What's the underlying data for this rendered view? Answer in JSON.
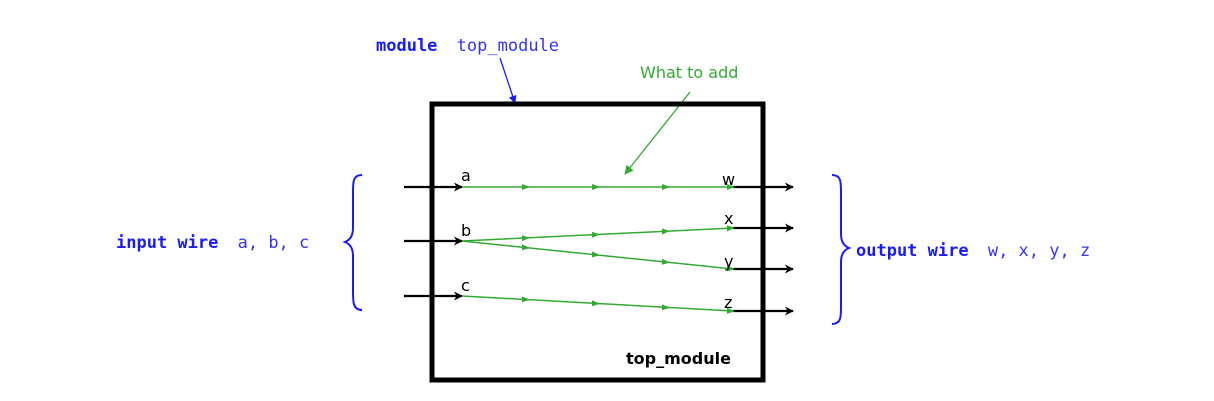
{
  "colors": {
    "keyword": "#1a1aff",
    "identifier": "#3333ff",
    "wire_green": "#33aa33",
    "annotation_green": "#33aa33",
    "black": "#000000"
  },
  "module_decl": {
    "keyword": "module",
    "name": "top_module"
  },
  "annotation": {
    "text": "What to add"
  },
  "box": {
    "title": "top_module"
  },
  "inputs_decl": {
    "keyword": "input wire",
    "names": "a, b, c"
  },
  "outputs_decl": {
    "keyword": "output wire",
    "names": "w, x, y, z"
  },
  "ports": {
    "inputs": [
      "a",
      "b",
      "c"
    ],
    "outputs": [
      "w",
      "x",
      "y",
      "z"
    ]
  },
  "connections": [
    {
      "from": "a",
      "to": "w"
    },
    {
      "from": "b",
      "to": "x"
    },
    {
      "from": "b",
      "to": "y"
    },
    {
      "from": "c",
      "to": "z"
    }
  ]
}
